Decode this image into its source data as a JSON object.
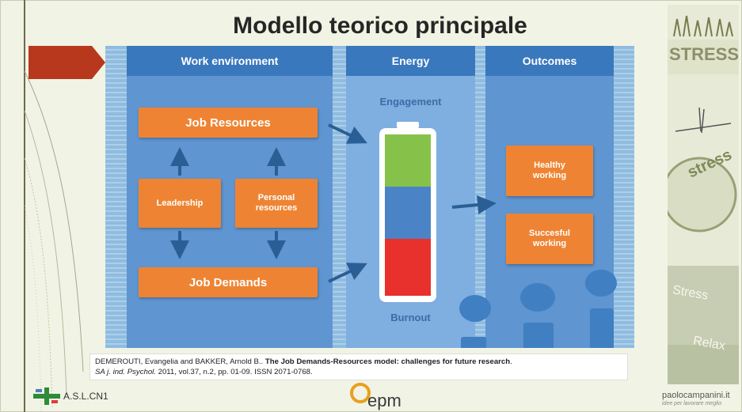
{
  "slide": {
    "title": "Modello teorico principale"
  },
  "diagram": {
    "headers": {
      "work_environment": "Work environment",
      "energy": "Energy",
      "outcomes": "Outcomes"
    },
    "boxes": {
      "job_resources": "Job Resources",
      "leadership": "Leadership",
      "personal_resources_line1": "Personal",
      "personal_resources_line2": "resources",
      "job_demands": "Job Demands",
      "healthy_line1": "Healthy",
      "healthy_line2": "working",
      "succesful_line1": "Succesful",
      "succesful_line2": "working"
    },
    "energy_labels": {
      "top": "Engagement",
      "bottom": "Burnout"
    },
    "battery_colors": [
      "#86c24a",
      "#4a84c6",
      "#e8302c"
    ]
  },
  "citation": {
    "authors": "DEMEROUTI, Evangelia  and  BAKKER, Arnold B.. ",
    "title": "The Job Demands-Resources model: challenges for future research",
    "after_title": ".",
    "journal": "SA j. ind. Psychol.",
    "details": " 2011, vol.37, n.2, pp. 01-09. ISSN 2071-0768."
  },
  "footer": {
    "asl_label": "A.S.L.CN1",
    "epm_label": "epm",
    "site_label": "paolocampanini.it",
    "site_tagline": "idee per lavorare meglio"
  },
  "side_strip": {
    "words": [
      "STRESS",
      "stress",
      "Stress",
      "Relax"
    ]
  }
}
